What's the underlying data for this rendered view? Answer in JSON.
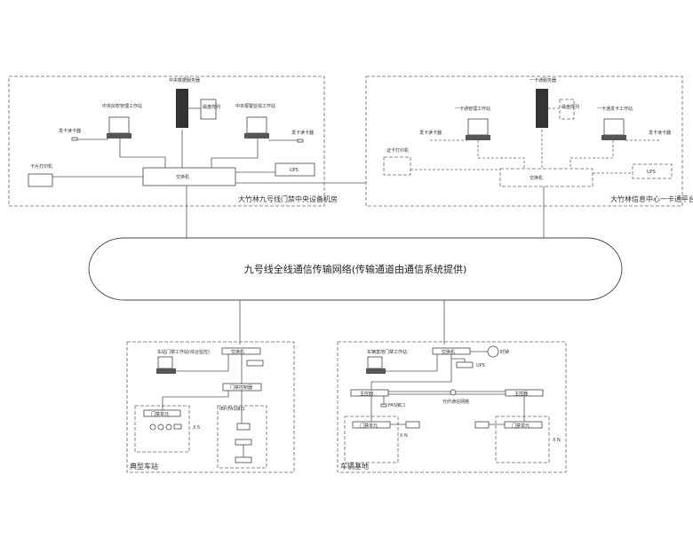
{
  "central_room": {
    "title": "大竹林九号线门禁中央设备机房",
    "server": "中央数据服务器",
    "storage": "磁盘阵列",
    "ws_left": "中央授权管理工作站",
    "ws_right": "中央报警监视工作站",
    "reader_left": "发卡读卡器",
    "reader_right": "发卡读卡器",
    "printer": "卡片打印机",
    "switch": "交换机",
    "ups": "UPS"
  },
  "info_center": {
    "title": "大竹林信息中心一卡通平台",
    "server": "一卡通服务器",
    "storage": "磁盘阵列",
    "ws_left": "一卡通管理工作站",
    "ws_right": "一卡通发卡工作站",
    "reader_left": "发卡读卡器",
    "reader_right": "发卡读卡器",
    "printer": "证卡打印机",
    "switch": "交换机",
    "ups": "UPS"
  },
  "network": {
    "label": "九号线全线通信传输网络(传输通道由通信系统提供)"
  },
  "station": {
    "title": "典型车站",
    "ws": "车站门禁工作站(综合监控)",
    "switch": "交换机",
    "controller": "门禁控制器",
    "door_unit": "门禁单元",
    "multiplier": "X 5",
    "fire_box": "IBP/FAS接口"
  },
  "depot": {
    "title": "车辆基地",
    "ws": "车辆基地门禁工作站",
    "switch": "交换机",
    "clock": "时钟",
    "ups": "UPS",
    "ctrl_left": "主控器",
    "ctrl_right": "主控器",
    "link": "光纤通信网络",
    "interface": "FAS接口",
    "door_unit": "门禁单元",
    "multiplier_left": "X N",
    "multiplier_right": "X N"
  }
}
